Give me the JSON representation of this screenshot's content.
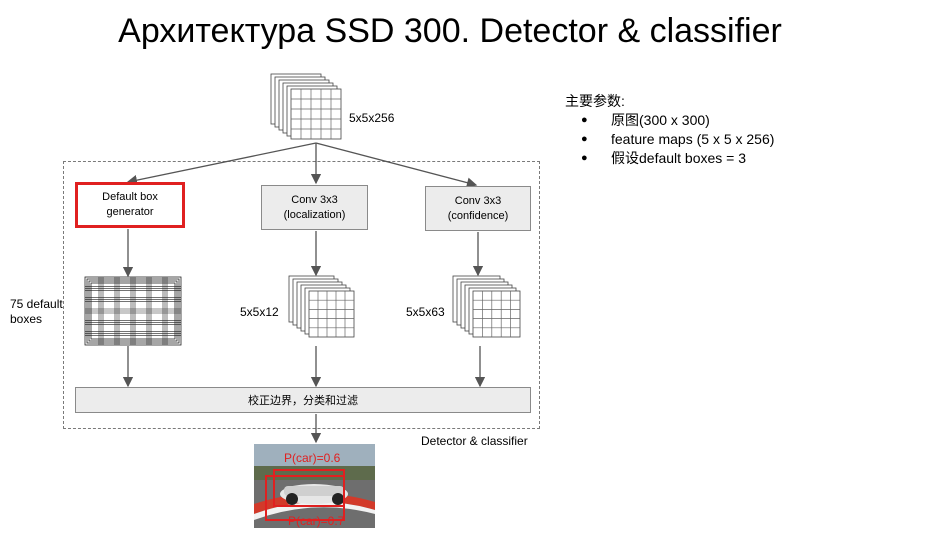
{
  "title": "Архитектура SSD 300. Detector & classifier",
  "top_map_label": "5x5x256",
  "boxes": {
    "default_box": [
      "Default box",
      "generator"
    ],
    "conv_loc": [
      "Conv 3x3",
      "(localization)"
    ],
    "conv_conf": [
      "Conv 3x3",
      "(confidence)"
    ]
  },
  "maps": {
    "default_boxes": [
      "75 default",
      "boxes"
    ],
    "loc": "5x5x12",
    "conf": "5x5x63"
  },
  "bottom_bar": "校正边界，分类和过滤",
  "region_label": "Detector & classifier",
  "params": {
    "heading": "主要参数:",
    "items": [
      "原图(300 x 300)",
      "feature maps (5 x 5 x 256)",
      "假设default boxes = 3"
    ]
  },
  "detections": [
    "P(car)=0.6",
    "P(car)=0.7"
  ],
  "colors": {
    "highlight": "#e02020",
    "box_fill": "#ececec",
    "arrow": "#555555"
  }
}
